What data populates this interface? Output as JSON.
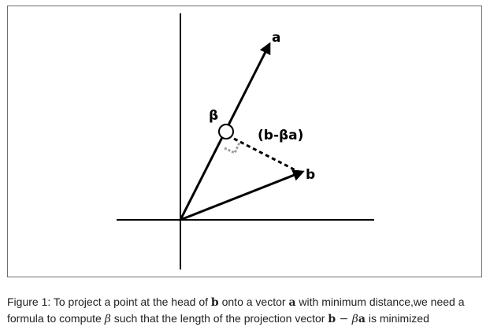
{
  "diagram": {
    "vector_a_label": "a",
    "vector_b_label": "b",
    "beta_label": "β",
    "difference_label": "(b-βa)",
    "colors": {
      "stroke": "#000000",
      "right_angle_marker": "#9e9e9e",
      "frame": "#6f6f6f"
    }
  },
  "caption": {
    "part1": "Figure 1: To project a point at the head of ",
    "sym_b": "b",
    "part2": " onto a vector ",
    "sym_a": "a",
    "part3": " with minimum distance,we need a formula to compute ",
    "sym_beta": "β",
    "part4": " such that the length of the projection vector ",
    "expr_b": "b",
    "expr_minus": " − ",
    "expr_beta": "β",
    "expr_a": "a",
    "part5": " is minimized"
  }
}
